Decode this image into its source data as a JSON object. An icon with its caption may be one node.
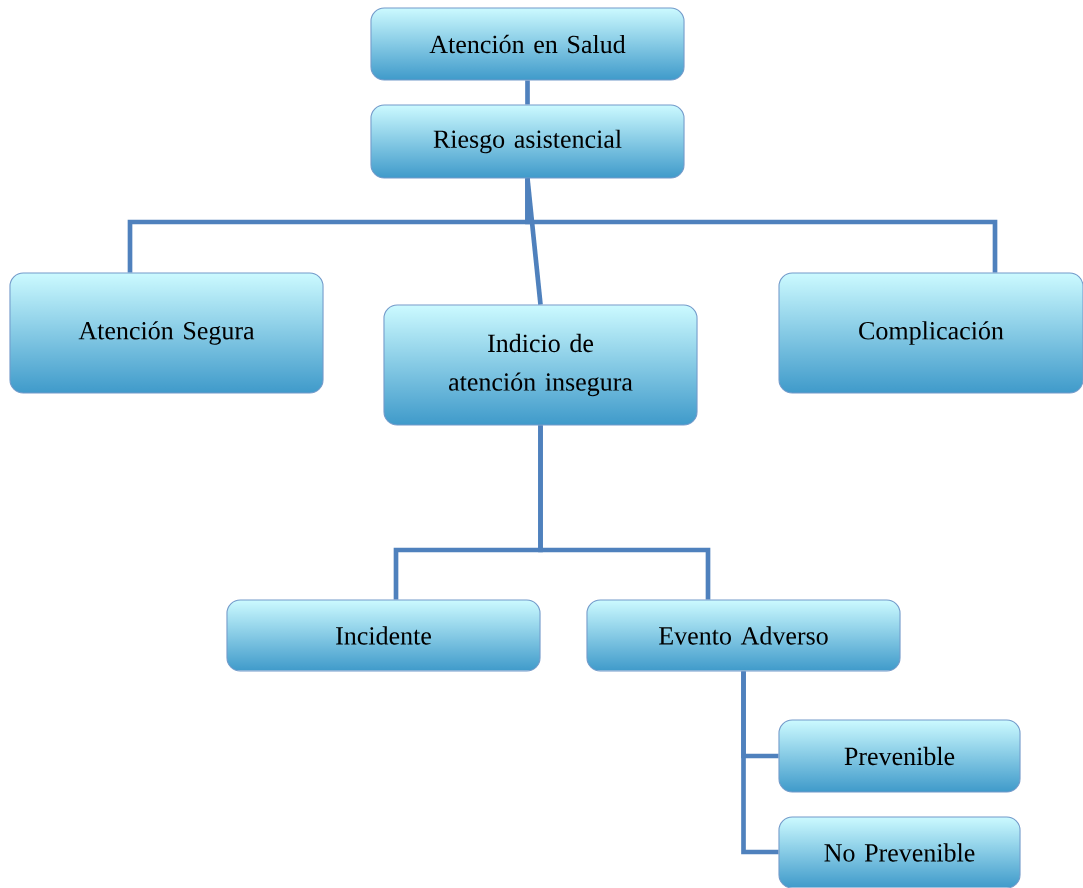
{
  "diagram": {
    "nodes": [
      {
        "text": [
          "Atención en Salud"
        ]
      },
      {
        "text": [
          "Riesgo asistencial"
        ]
      },
      {
        "text": [
          "Atención Segura"
        ]
      },
      {
        "text": [
          "Indicio de atención insegura"
        ]
      },
      {
        "text": [
          "Complicación"
        ]
      },
      {
        "text": [
          "Incidente"
        ]
      },
      {
        "text": [
          "Evento Adverso"
        ]
      },
      {
        "text": [
          "Prevenible"
        ]
      },
      {
        "text": [
          "No Prevenible"
        ]
      }
    ],
    "edges": [
      {
        "from": 0,
        "to": 1,
        "arrow": "none"
      },
      {
        "from": 1,
        "to": 2,
        "arrow": "none"
      },
      {
        "from": 1,
        "to": 3,
        "arrow": "none"
      },
      {
        "from": 1,
        "to": 4,
        "arrow": "none"
      },
      {
        "from": 3,
        "to": 5,
        "arrow": "none"
      },
      {
        "from": 3,
        "to": 6,
        "arrow": "none"
      },
      {
        "from": 6,
        "to": 7,
        "arrow": "none"
      },
      {
        "from": 6,
        "to": 8,
        "arrow": "none"
      }
    ]
  }
}
